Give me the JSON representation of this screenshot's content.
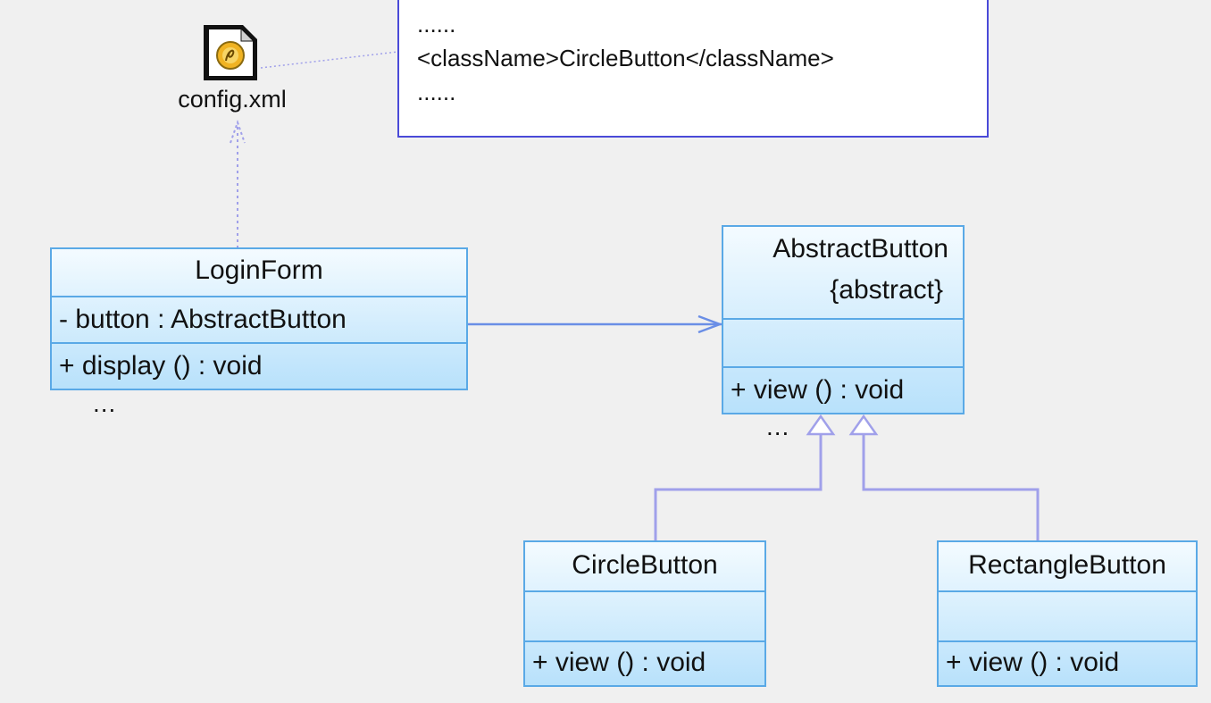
{
  "note": {
    "lines": [
      "......",
      "<className>CircleButton</className>",
      "......"
    ]
  },
  "config_file": {
    "label": "config.xml",
    "icon": "xml-file-icon"
  },
  "classes": {
    "login_form": {
      "name": "LoginForm",
      "attributes": [
        "- button : AbstractButton"
      ],
      "operations": [
        "+ display () : void"
      ],
      "ellipsis": "..."
    },
    "abstract_button": {
      "name": "AbstractButton",
      "stereotype": "{abstract}",
      "operations": [
        "+ view () : void"
      ],
      "ellipsis": "..."
    },
    "circle_button": {
      "name": "CircleButton",
      "operations": [
        "+ view () : void"
      ]
    },
    "rectangle_button": {
      "name": "RectangleButton",
      "operations": [
        "+ view () : void"
      ]
    }
  },
  "colors": {
    "class_border": "#5aa9e6",
    "class_fill_top": "#f4fbff",
    "class_fill_bottom": "#b8e1fb",
    "inheritance_line": "#a0a0ea",
    "association_line": "#6a8ee6",
    "note_border": "#4a4ad8"
  }
}
